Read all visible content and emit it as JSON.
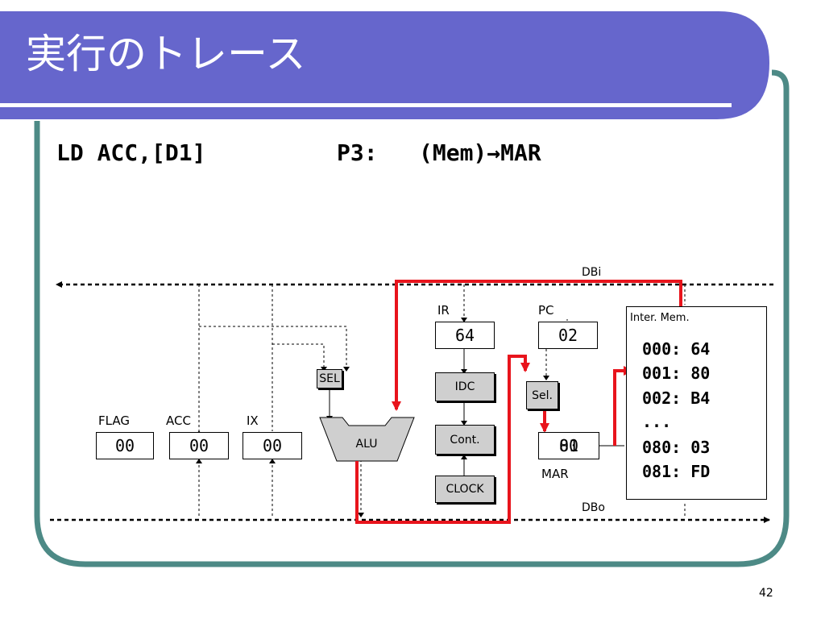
{
  "slide": {
    "title": "実行のトレース",
    "page_number": "42"
  },
  "instruction": {
    "code": "LD ACC,[D1]",
    "phase": "P3:",
    "operation": "(Mem)→MAR"
  },
  "buses": {
    "input": "DBi",
    "output": "DBo"
  },
  "registers": {
    "flag": {
      "label": "FLAG",
      "value": "00"
    },
    "acc": {
      "label": "ACC",
      "value": "00"
    },
    "ix": {
      "label": "IX",
      "value": "00"
    },
    "ir": {
      "label": "IR",
      "value": "64"
    },
    "pc": {
      "label": "PC",
      "value": "02"
    },
    "mar": {
      "label": "MAR",
      "old_value": "01",
      "new_value": "80"
    }
  },
  "units": {
    "sel": "SEL",
    "sel2": "Sel.",
    "alu": "ALU",
    "idc": "IDC",
    "cont": "Cont.",
    "clock": "CLOCK"
  },
  "memory": {
    "title": "Inter. Mem.",
    "rows": [
      {
        "text": "000: 64"
      },
      {
        "text": "001: 80"
      },
      {
        "text": "002: B4"
      },
      {
        "text": "..."
      },
      {
        "text": "080: 03"
      },
      {
        "text": "081: FD"
      }
    ]
  },
  "colors": {
    "title_bar": "#6666cc",
    "frame": "#4d8a86",
    "highlight": "#e8141c"
  }
}
